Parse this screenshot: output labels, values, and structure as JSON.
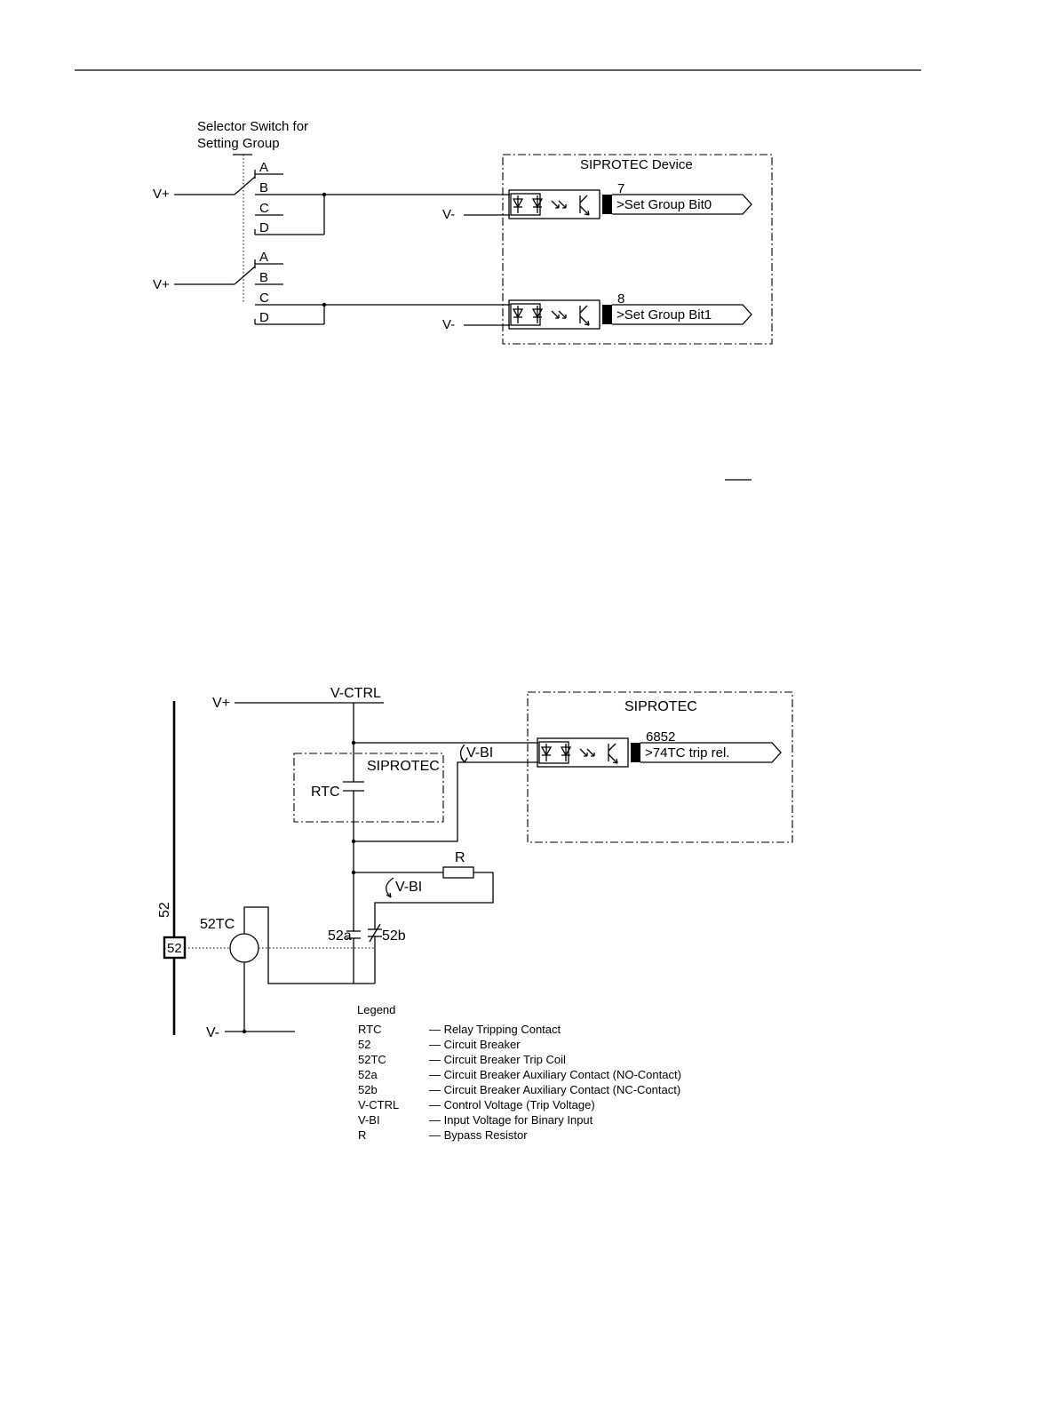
{
  "figure1": {
    "switch_title_line1": "Selector Switch for",
    "switch_title_line2": "Setting Group",
    "positions_top": [
      "A",
      "B",
      "C",
      "D"
    ],
    "positions_bottom": [
      "A",
      "B",
      "C",
      "D"
    ],
    "vplus": "V+",
    "vminus": "V-",
    "device_title": "SIPROTEC Device",
    "inputs": [
      {
        "number": "7",
        "label": ">Set Group Bit0"
      },
      {
        "number": "8",
        "label": ">Set Group Bit1"
      }
    ]
  },
  "figure2": {
    "vplus": "V+",
    "vminus": "V-",
    "vctrl": "V-CTRL",
    "siprotec_outer": "SIPROTEC",
    "siprotec_inner": "SIPROTEC",
    "input_number": "6852",
    "input_label": ">74TC trip rel.",
    "vbi_top": "V-BI",
    "vbi_bottom": "V-BI",
    "rtc": "RTC",
    "r": "R",
    "breaker_vertical": "52",
    "breaker_box": "52",
    "trip_coil": "52TC",
    "contact_a": "52a",
    "contact_b": "52b"
  },
  "legend": {
    "title": "Legend",
    "entries": [
      {
        "abbr": "RTC",
        "desc": "— Relay Tripping Contact"
      },
      {
        "abbr": "52",
        "desc": "— Circuit Breaker"
      },
      {
        "abbr": "52TC",
        "desc": "— Circuit Breaker Trip Coil"
      },
      {
        "abbr": "52a",
        "desc": "— Circuit Breaker Auxiliary Contact (NO-Contact)"
      },
      {
        "abbr": "52b",
        "desc": "— Circuit Breaker Auxiliary Contact (NC-Contact)"
      },
      {
        "abbr": "V-CTRL",
        "desc": "— Control Voltage (Trip Voltage)"
      },
      {
        "abbr": "V-BI",
        "desc": "— Input Voltage for Binary Input"
      },
      {
        "abbr": "R",
        "desc": "— Bypass Resistor"
      }
    ]
  }
}
